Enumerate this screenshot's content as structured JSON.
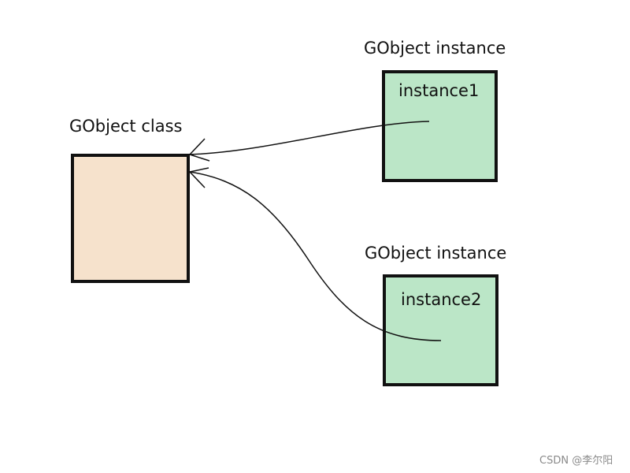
{
  "diagram": {
    "class_node": {
      "label": "GObject class",
      "fill": "#f6e2cc"
    },
    "instance_nodes": [
      {
        "caption": "GObject instance",
        "name": "instance1",
        "fill": "#bbe6c7"
      },
      {
        "caption": "GObject instance",
        "name": "instance2",
        "fill": "#bbe6c7"
      }
    ],
    "edges": [
      {
        "from": "instance1",
        "to": "GObject class"
      },
      {
        "from": "instance2",
        "to": "GObject class"
      }
    ],
    "line_color": "#111111"
  },
  "watermark": {
    "text": "CSDN @李尔阳"
  }
}
